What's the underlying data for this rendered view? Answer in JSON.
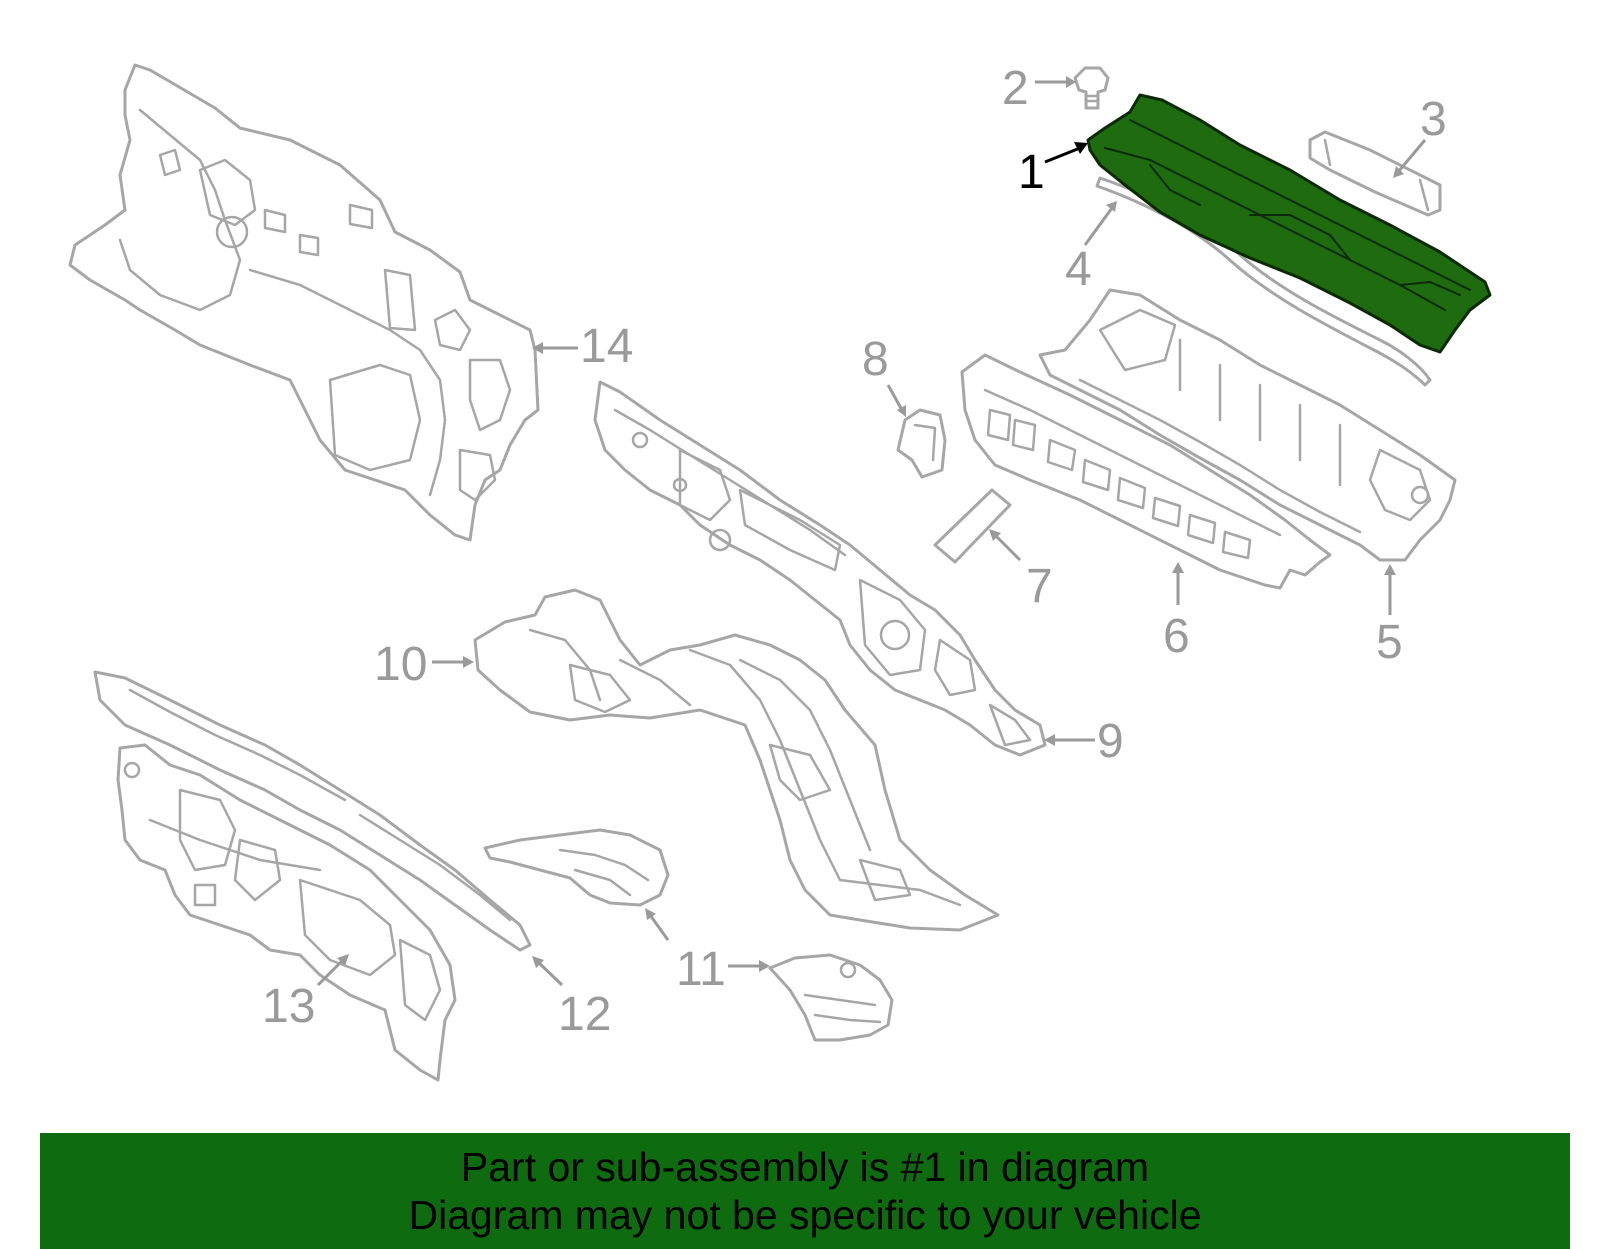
{
  "callouts": [
    {
      "id": "1",
      "label": "1",
      "highlighted": true
    },
    {
      "id": "2",
      "label": "2",
      "highlighted": false
    },
    {
      "id": "3",
      "label": "3",
      "highlighted": false
    },
    {
      "id": "4",
      "label": "4",
      "highlighted": false
    },
    {
      "id": "5",
      "label": "5",
      "highlighted": false
    },
    {
      "id": "6",
      "label": "6",
      "highlighted": false
    },
    {
      "id": "7",
      "label": "7",
      "highlighted": false
    },
    {
      "id": "8",
      "label": "8",
      "highlighted": false
    },
    {
      "id": "9",
      "label": "9",
      "highlighted": false
    },
    {
      "id": "10",
      "label": "10",
      "highlighted": false
    },
    {
      "id": "11",
      "label": "11",
      "highlighted": false
    },
    {
      "id": "12",
      "label": "12",
      "highlighted": false
    },
    {
      "id": "13",
      "label": "13",
      "highlighted": false
    },
    {
      "id": "14",
      "label": "14",
      "highlighted": false
    }
  ],
  "banner": {
    "line1": "Part or sub-assembly is #1 in diagram",
    "line2": "Diagram may not be specific to your vehicle"
  },
  "colors": {
    "highlight": "#1e6b10",
    "banner": "#0f6b10",
    "outline": "#a6a6a6"
  }
}
